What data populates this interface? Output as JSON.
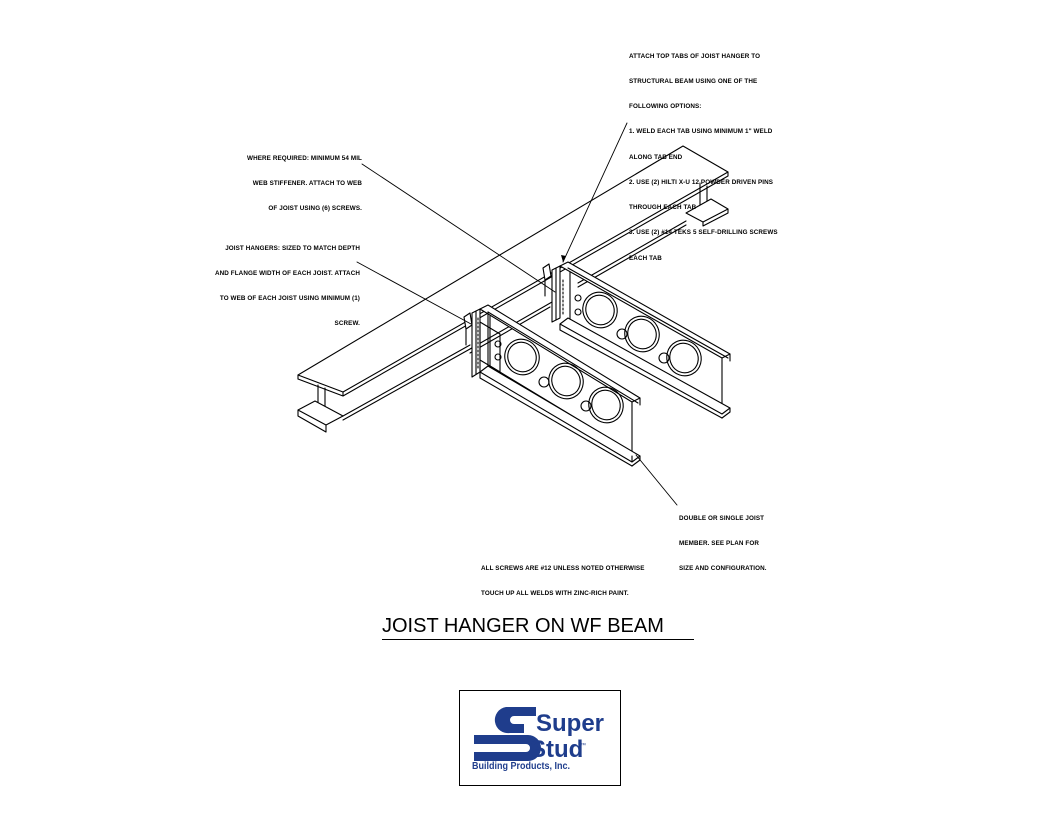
{
  "notes": {
    "top_tabs": [
      "ATTACH TOP TABS OF JOIST HANGER TO",
      "STRUCTURAL BEAM USING ONE OF THE",
      "FOLLOWING OPTIONS:",
      "1. WELD EACH TAB USING MINIMUM 1\" WELD",
      "ALONG TAB END",
      "2. USE (2) HILTI X-U 12 POWDER DRIVEN PINS",
      "THROUGH EACH TAB",
      "3. USE (2) #14 TEKS 5 SELF-DRILLING SCREWS",
      "EACH TAB"
    ],
    "web_stiffener": [
      "WHERE REQUIRED: MINIMUM 54 MIL",
      "WEB STIFFENER. ATTACH TO WEB",
      "OF JOIST USING (6) SCREWS."
    ],
    "joist_hangers": [
      "JOIST HANGERS: SIZED TO MATCH DEPTH",
      "AND FLANGE WIDTH OF EACH JOIST. ATTACH",
      "TO WEB OF EACH JOIST USING MINIMUM (1)",
      "SCREW."
    ],
    "joist_member": [
      "DOUBLE OR SINGLE JOIST",
      "MEMBER. SEE PLAN FOR",
      "SIZE AND CONFIGURATION."
    ],
    "general": [
      "ALL SCREWS ARE #12 UNLESS NOTED OTHERWISE",
      "TOUCH UP ALL WELDS WITH ZINC-RICH PAINT."
    ]
  },
  "title": "JOIST HANGER ON WF BEAM",
  "logo": {
    "word_top": "Super",
    "word_bottom": "Stud",
    "trademark": "™",
    "tagline": "Building Products, Inc.",
    "color": "#1f3d8c"
  }
}
